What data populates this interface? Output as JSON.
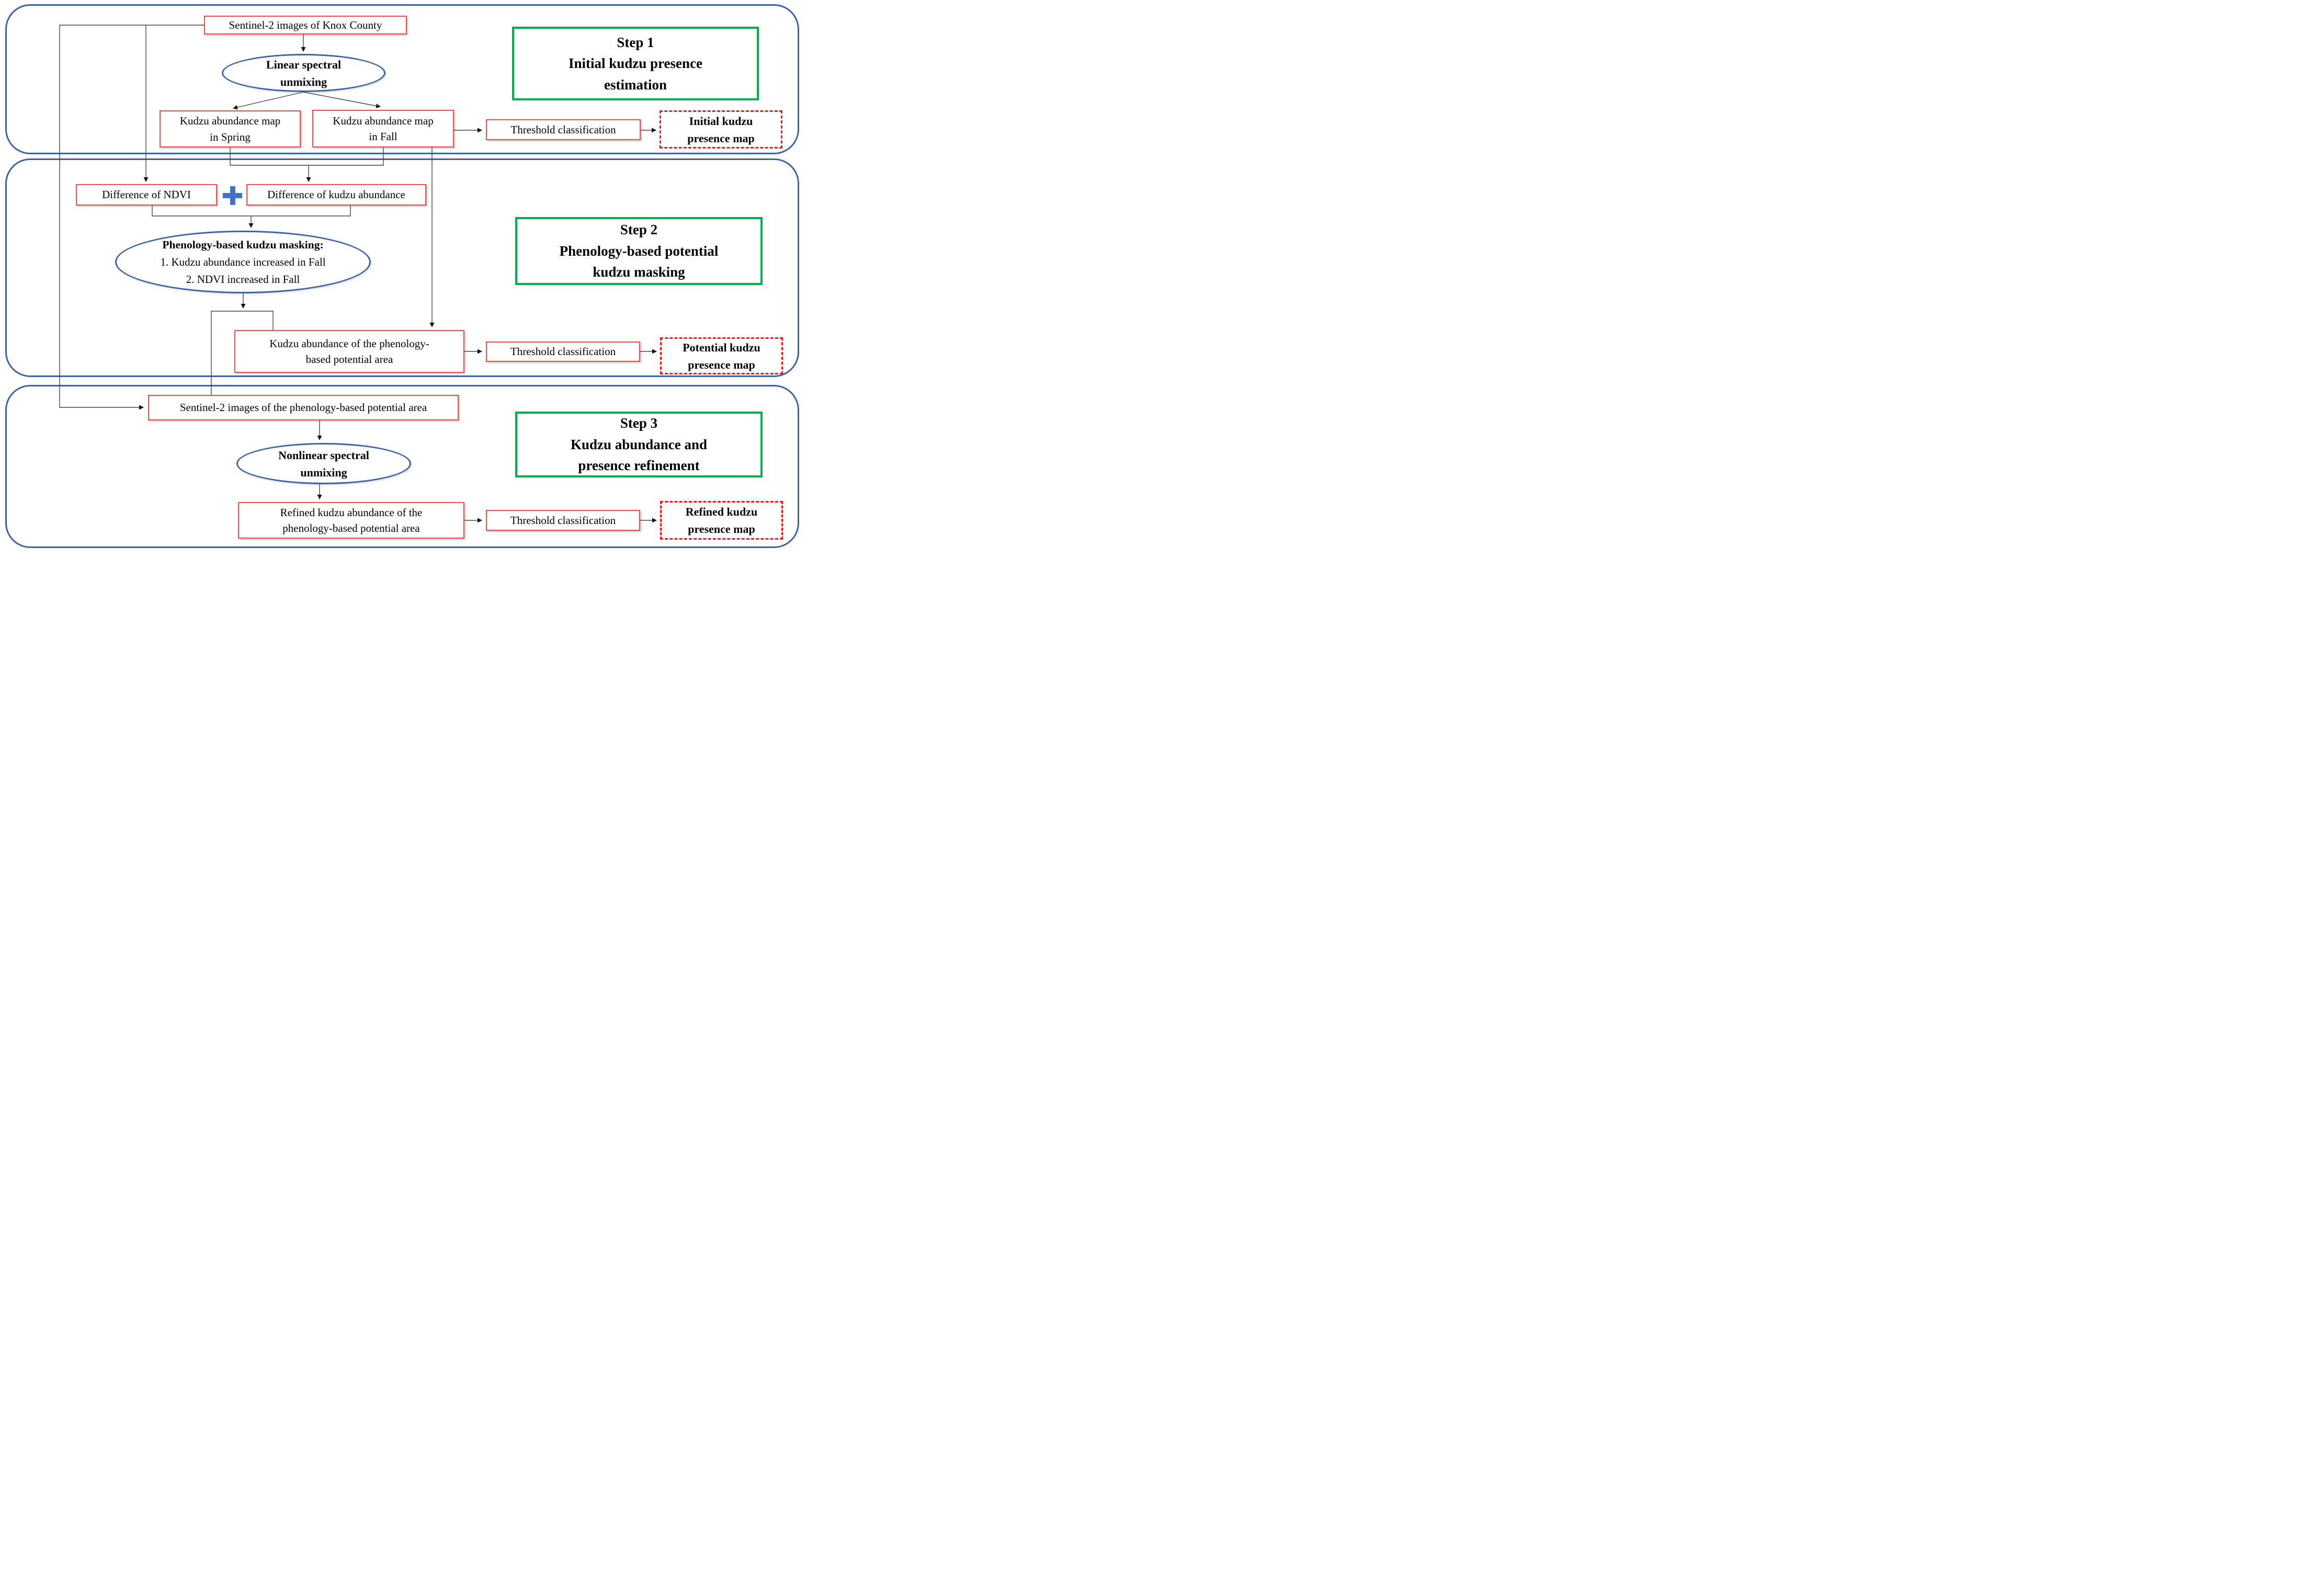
{
  "diagram": {
    "title_implicit": "Kudzu mapping workflow",
    "step1": {
      "panel_label": [
        "Step 1",
        "Initial kudzu presence",
        "estimation"
      ],
      "input_box": "Sentinel-2 images of Knox County",
      "process_ellipse": [
        "Linear spectral",
        "unmixing"
      ],
      "spring_box": [
        "Kudzu abundance map",
        "in Spring"
      ],
      "fall_box": [
        "Kudzu abundance map",
        "in Fall"
      ],
      "threshold_box": "Threshold classification",
      "output_box": [
        "Initial kudzu",
        "presence map"
      ]
    },
    "step2": {
      "panel_label": [
        "Step 2",
        "Phenology-based potential",
        "kudzu masking"
      ],
      "ndvi_box": "Difference of NDVI",
      "plus_operator": "+",
      "abundance_box": "Difference of kudzu abundance",
      "masking_ellipse_title": "Phenology-based kudzu masking:",
      "masking_ellipse_items": [
        "1. Kudzu abundance increased in Fall",
        "2. NDVI increased in Fall"
      ],
      "abundance_area_box": [
        "Kudzu abundance of the phenology-",
        "based potential area"
      ],
      "threshold_box": "Threshold classification",
      "output_box": [
        "Potential kudzu",
        "presence map"
      ]
    },
    "step3": {
      "panel_label": [
        "Step 3",
        "Kudzu abundance and",
        "presence refinement"
      ],
      "input_box": "Sentinel-2 images of the phenology-based potential area",
      "process_ellipse": [
        "Nonlinear spectral",
        "unmixing"
      ],
      "refined_box": [
        "Refined kudzu abundance of the",
        "phenology-based potential area"
      ],
      "threshold_box": "Threshold classification",
      "output_box": [
        "Refined kudzu",
        "presence map"
      ]
    },
    "colors": {
      "container_border": "#3c62a6",
      "ellipse_border": "#3f63a8",
      "process_box_border": "#fc4a4a",
      "output_box_border": "#fa1414",
      "step_panel_border": "#00b050",
      "plus_operator": "#4472c4",
      "connector_line": "#444444",
      "text": "#000000"
    }
  }
}
